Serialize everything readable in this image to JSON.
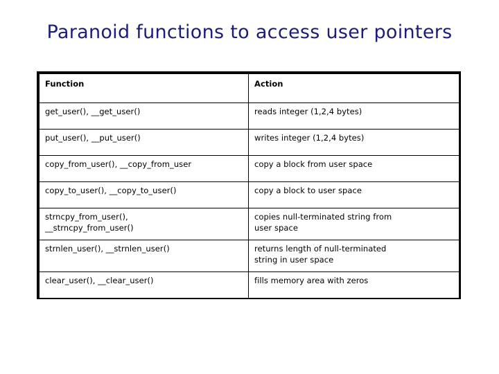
{
  "slide": {
    "title": "Paranoid functions to access user pointers",
    "title_color": "#1c1c7a",
    "background_color": "#ffffff",
    "text_color": "#000000",
    "border_color": "#000000"
  },
  "table": {
    "columns": [
      {
        "key": "function",
        "header": "Function"
      },
      {
        "key": "action",
        "header": "Action"
      }
    ],
    "rows": [
      {
        "function_lines": [
          "get_user(), __get_user()"
        ],
        "action_lines": [
          "reads integer (1,2,4 bytes)"
        ]
      },
      {
        "function_lines": [
          "put_user(), __put_user()"
        ],
        "action_lines": [
          "writes integer (1,2,4 bytes)"
        ]
      },
      {
        "function_lines": [
          "copy_from_user(), __copy_from_user"
        ],
        "action_lines": [
          "copy a block from user space"
        ]
      },
      {
        "function_lines": [
          "copy_to_user(), __copy_to_user()"
        ],
        "action_lines": [
          "copy a block to user space"
        ]
      },
      {
        "function_lines": [
          "strncpy_from_user(),",
          "__strncpy_from_user()"
        ],
        "action_lines": [
          "copies null-terminated string from",
          "user space"
        ]
      },
      {
        "function_lines": [
          "strnlen_user(), __strnlen_user()"
        ],
        "action_lines": [
          "returns length of null-terminated",
          "string in user space"
        ]
      },
      {
        "function_lines": [
          "clear_user(), __clear_user()"
        ],
        "action_lines": [
          "fills memory area with zeros"
        ]
      }
    ]
  }
}
